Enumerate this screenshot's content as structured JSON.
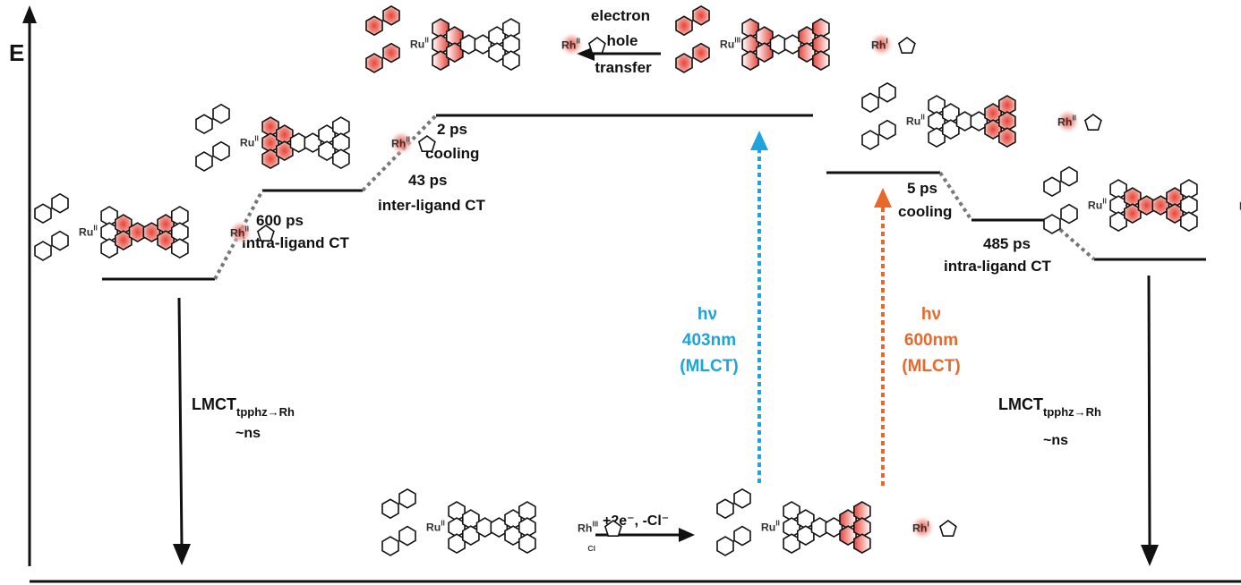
{
  "axis": {
    "energy_label": "E"
  },
  "colors": {
    "blue": "#1ea3dc",
    "orange": "#e8692b",
    "hex_red": "#e8443a",
    "line": "#111111"
  },
  "metal_labels": {
    "ru": "Ru",
    "rh": "Rh"
  },
  "oxidation_states": {
    "ii": "II",
    "iii": "III",
    "i": "I"
  },
  "chloride_label": "Cl",
  "steps": {
    "s600": {
      "line1": "600 ps",
      "line2": "intra-ligand CT"
    },
    "s43": {
      "line1": "43 ps",
      "line2": "inter-ligand CT"
    },
    "s2": {
      "line1": "2 ps",
      "line2": "cooling"
    },
    "s5": {
      "line1": "5 ps",
      "line2": "cooling"
    },
    "s485": {
      "line1": "485 ps",
      "line2": "intra-ligand CT"
    },
    "eht": {
      "line1": "electron",
      "line2": "hole",
      "line3": "transfer"
    }
  },
  "excitations": {
    "blue": {
      "line1": "hν",
      "line2": "403nm",
      "line3": "(MLCT)"
    },
    "orange": {
      "line1": "hν",
      "line2": "600nm",
      "line3": "(MLCT)"
    }
  },
  "lmct": {
    "main": "LMCT",
    "sub": "tpphz→Rh",
    "time": "~ns"
  },
  "reduction": {
    "label": "+2e⁻, -Cl⁻"
  }
}
